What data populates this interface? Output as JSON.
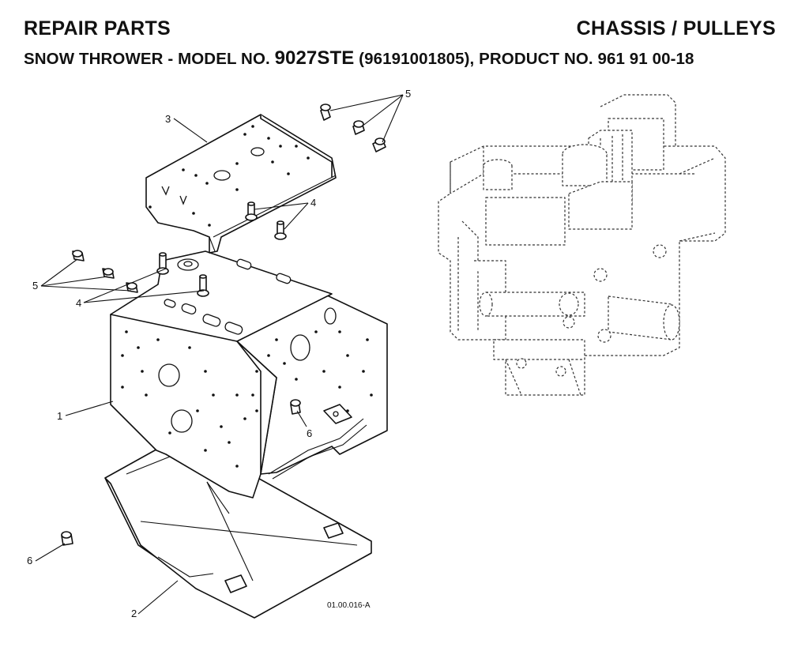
{
  "header": {
    "left_title": "REPAIR PARTS",
    "right_title": "CHASSIS / PULLEYS",
    "subtitle_prefix": "SNOW THROWER - MODEL NO. ",
    "model_no": "9027STE",
    "subtitle_suffix": " (96191001805), PRODUCT NO. 961 91 00-18"
  },
  "callouts": {
    "c1": "1",
    "c2": "2",
    "c3": "3",
    "c4a": "4",
    "c4b": "4",
    "c5a": "5",
    "c5b": "5",
    "c6a": "6",
    "c6b": "6"
  },
  "drawing_code": "01.00.016-A"
}
